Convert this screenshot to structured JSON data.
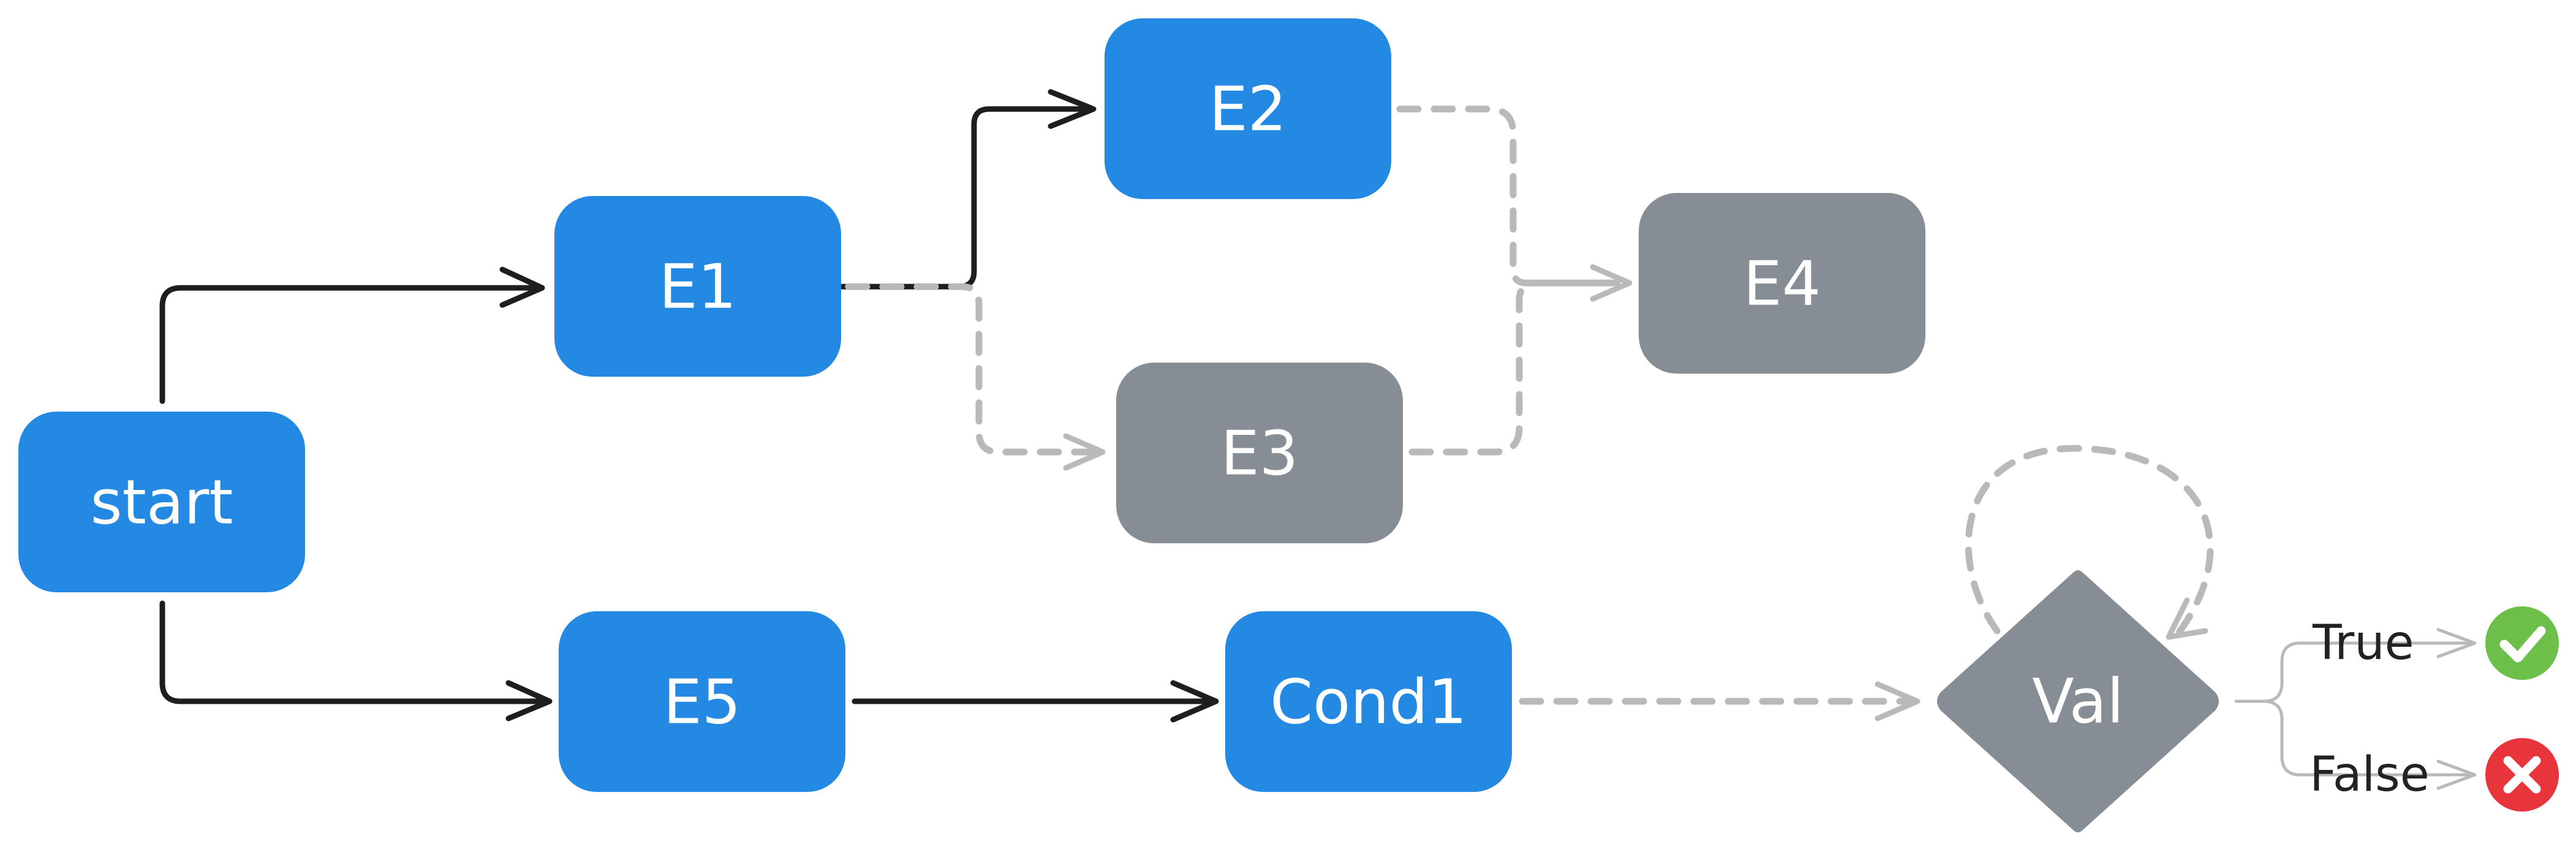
{
  "colors": {
    "active": "#2389e3",
    "inactive": "#878d94",
    "solid_edge": "#1e1e1e",
    "dashed_edge": "#b9b9b9",
    "success": "#6cc04a",
    "failure": "#e8343b"
  },
  "nodes": {
    "start": {
      "label": "start",
      "state": "active"
    },
    "e1": {
      "label": "E1",
      "state": "active"
    },
    "e2": {
      "label": "E2",
      "state": "active"
    },
    "e3": {
      "label": "E3",
      "state": "inactive"
    },
    "e4": {
      "label": "E4",
      "state": "inactive"
    },
    "e5": {
      "label": "E5",
      "state": "active"
    },
    "cond1": {
      "label": "Cond1",
      "state": "active"
    },
    "val": {
      "label": "Val",
      "state": "inactive"
    }
  },
  "outcomes": {
    "true": {
      "label": "True",
      "icon": "check-icon"
    },
    "false": {
      "label": "False",
      "icon": "x-icon"
    }
  }
}
